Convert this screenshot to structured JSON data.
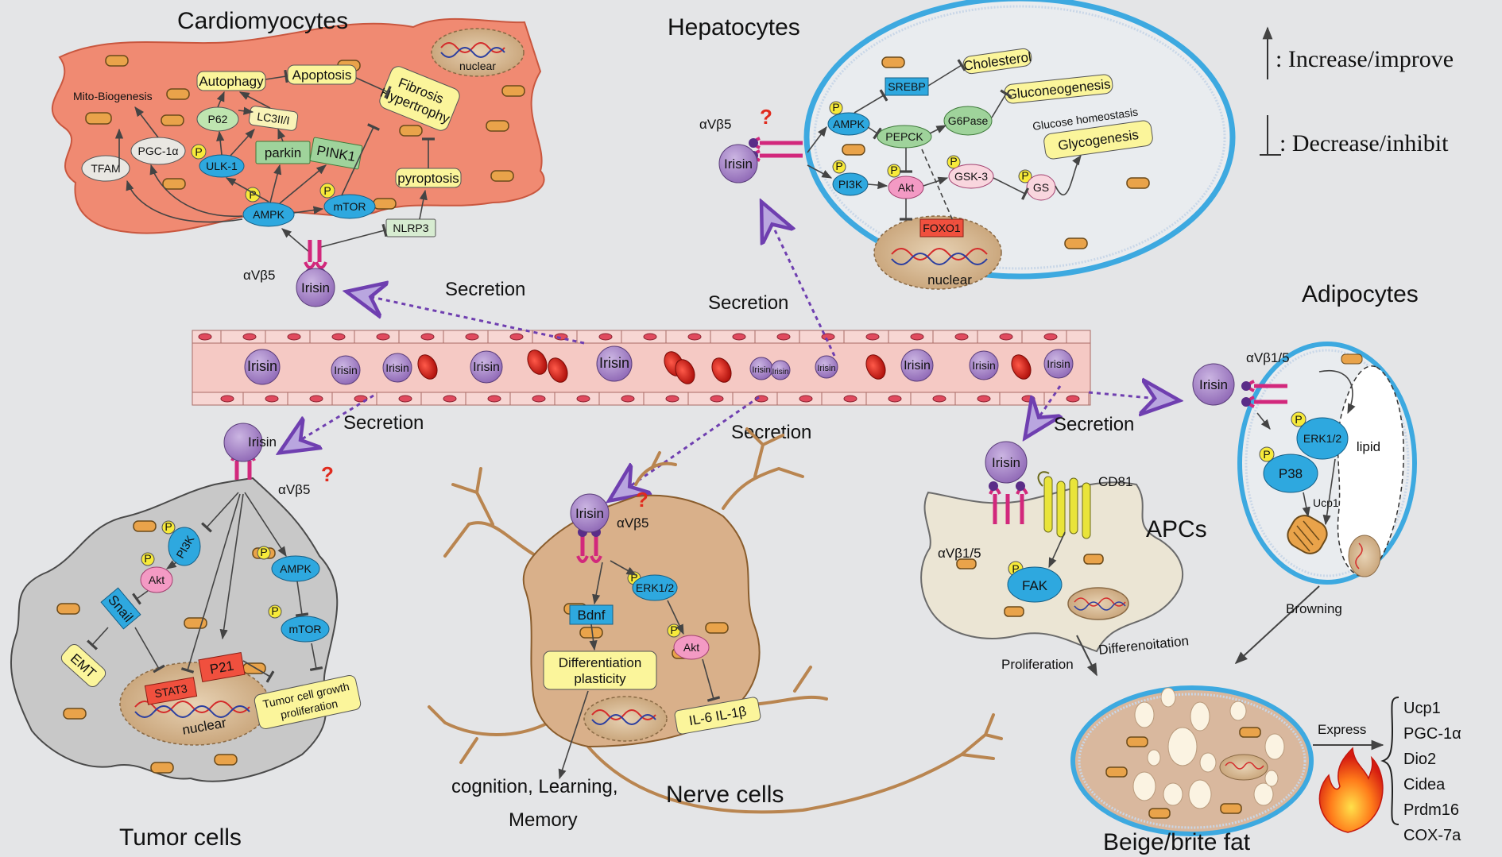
{
  "cells": {
    "cardiomyocytes": "Cardiomyocytes",
    "hepatocytes": "Hepatocytes",
    "adipocytes": "Adipocytes",
    "tumor": "Tumor cells",
    "nerve": "Nerve cells",
    "apcs": "APCs",
    "beige": "Beige/brite fat"
  },
  "legend": {
    "increase": ": Increase/improve",
    "decrease": ": Decrease/inhibit"
  },
  "common": {
    "irisin": "Irisin",
    "secretion": "Secretion",
    "nuclear": "nuclear",
    "p": "P",
    "question": "?",
    "avb5": "αVβ5",
    "avb15": "αVβ1/5"
  },
  "cardio": {
    "mito": "Mito-Biogenesis",
    "autophagy": "Autophagy",
    "apoptosis": "Apoptosis",
    "fibrosis": "Fibrosis",
    "hypertrophy": "Hypertrophy",
    "p62": "P62",
    "lc3": "LC3II/I",
    "pgc": "PGC-1α",
    "tfam": "TFAM",
    "ulk": "ULK-1",
    "parkin": "parkin",
    "pink": "PINK1",
    "pyroptosis": "pyroptosis",
    "ampk": "AMPK",
    "mtor": "mTOR",
    "nlrp3": "NLRP3"
  },
  "hepato": {
    "srebp": "SREBP",
    "cholesterol": "Cholesterol",
    "gluconeo": "Gluconeogenesis",
    "homeostasis": "Glucose homeostasis",
    "glycogenesis": "Glycogenesis",
    "ampk": "AMPK",
    "pepck": "PEPCK",
    "g6pase": "G6Pase",
    "pi3k": "PI3K",
    "akt": "Akt",
    "gsk3": "GSK-3",
    "gs": "GS",
    "foxo1": "FOXO1"
  },
  "tumor": {
    "pi3k": "PI3K",
    "akt": "Akt",
    "snail": "Snail",
    "emt": "EMT",
    "stat3": "STAT3",
    "p21": "P21",
    "ampk": "AMPK",
    "mtor": "mTOR",
    "growth": "Tumor cell growth",
    "proliferation": "proliferation"
  },
  "nerve": {
    "bdnf": "Bdnf",
    "erk": "ERK1/2",
    "akt": "Akt",
    "diff": "Differentiation",
    "plasticity": "plasticity",
    "il": "IL-6 IL-1β",
    "cognition": "cognition, Learning,",
    "memory": "Memory"
  },
  "apc": {
    "cd81": "CD81",
    "fak": "FAK",
    "proliferation": "Proliferation",
    "differentiation": "Differenoitation"
  },
  "adipo": {
    "erk": "ERK1/2",
    "p38": "P38",
    "lipid": "lipid",
    "ucp1": "Ucp1",
    "browning": "Browning"
  },
  "beige": {
    "express": "Express",
    "genes": [
      "Ucp1",
      "PGC-1α",
      "Dio2",
      "Cidea",
      "Prdm16",
      "COX-7a"
    ]
  },
  "colors": {
    "background": "#e4e5e7",
    "cardio": "#f08a72",
    "vessel": "#f3b7b0",
    "integrin": "#d2287c",
    "irisin": "#9d77c0",
    "arrow_dotted": "#6f3fb0",
    "green": "#9fd39b",
    "yellow": "#fbf59b",
    "blue": "#2ea8df",
    "pink": "#f39ac4",
    "nerve": "#d9b08a",
    "tumor": "#c8c8c8",
    "membrane": "#3da9e0"
  }
}
